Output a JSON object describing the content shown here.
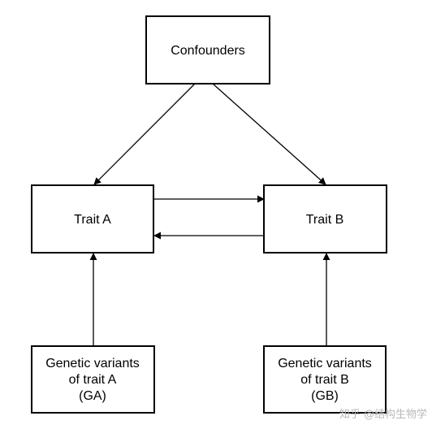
{
  "nodes": {
    "confounders": {
      "label": "Confounders"
    },
    "trait_a": {
      "label": "Trait A"
    },
    "trait_b": {
      "label": "Trait B"
    },
    "genetic_a": {
      "lines": [
        "Genetic variants",
        "of trait A",
        "(GA)"
      ]
    },
    "genetic_b": {
      "lines": [
        "Genetic variants",
        "of trait B",
        "(GB)"
      ]
    }
  },
  "edges": [
    {
      "from": "confounders",
      "to": "trait_a"
    },
    {
      "from": "confounders",
      "to": "trait_b"
    },
    {
      "from": "trait_a",
      "to": "trait_b"
    },
    {
      "from": "trait_b",
      "to": "trait_a"
    },
    {
      "from": "genetic_a",
      "to": "trait_a"
    },
    {
      "from": "genetic_b",
      "to": "trait_b"
    }
  ],
  "colors": {
    "stroke": "#000000",
    "background": "#ffffff",
    "watermark": "#b8b8b8"
  },
  "watermark": {
    "text": "知乎 @结构生物学"
  }
}
